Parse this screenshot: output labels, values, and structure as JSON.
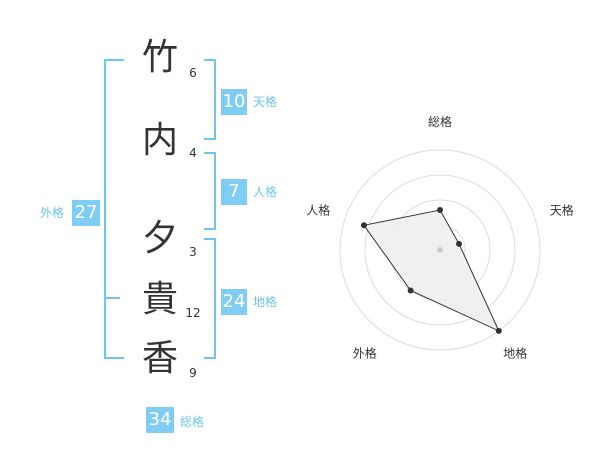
{
  "name": {
    "characters": [
      {
        "char": "竹",
        "strokes": "6"
      },
      {
        "char": "内",
        "strokes": "4"
      },
      {
        "char": "夕",
        "strokes": "3"
      },
      {
        "char": "貴",
        "strokes": "12"
      },
      {
        "char": "香",
        "strokes": "9"
      }
    ]
  },
  "fortunes": {
    "tenkaku": {
      "value": "10",
      "label": "天格"
    },
    "jinkaku": {
      "value": "7",
      "label": "人格"
    },
    "chikaku": {
      "value": "24",
      "label": "地格"
    },
    "gaikaku": {
      "value": "27",
      "label": "外格"
    },
    "soukaku": {
      "value": "34",
      "label": "総格"
    }
  },
  "colors": {
    "accent": "#7fcdf5",
    "bracket": "#6ec5ee",
    "text": "#333333",
    "radar_fill": "#eeeeee",
    "radar_stroke": "#333333"
  },
  "chart_data": {
    "type": "radar",
    "axes": [
      "総格",
      "天格",
      "地格",
      "外格",
      "人格"
    ],
    "values": [
      2,
      1,
      5,
      2.5,
      4
    ],
    "range": [
      0,
      5
    ],
    "rings": 4,
    "grid": true
  }
}
